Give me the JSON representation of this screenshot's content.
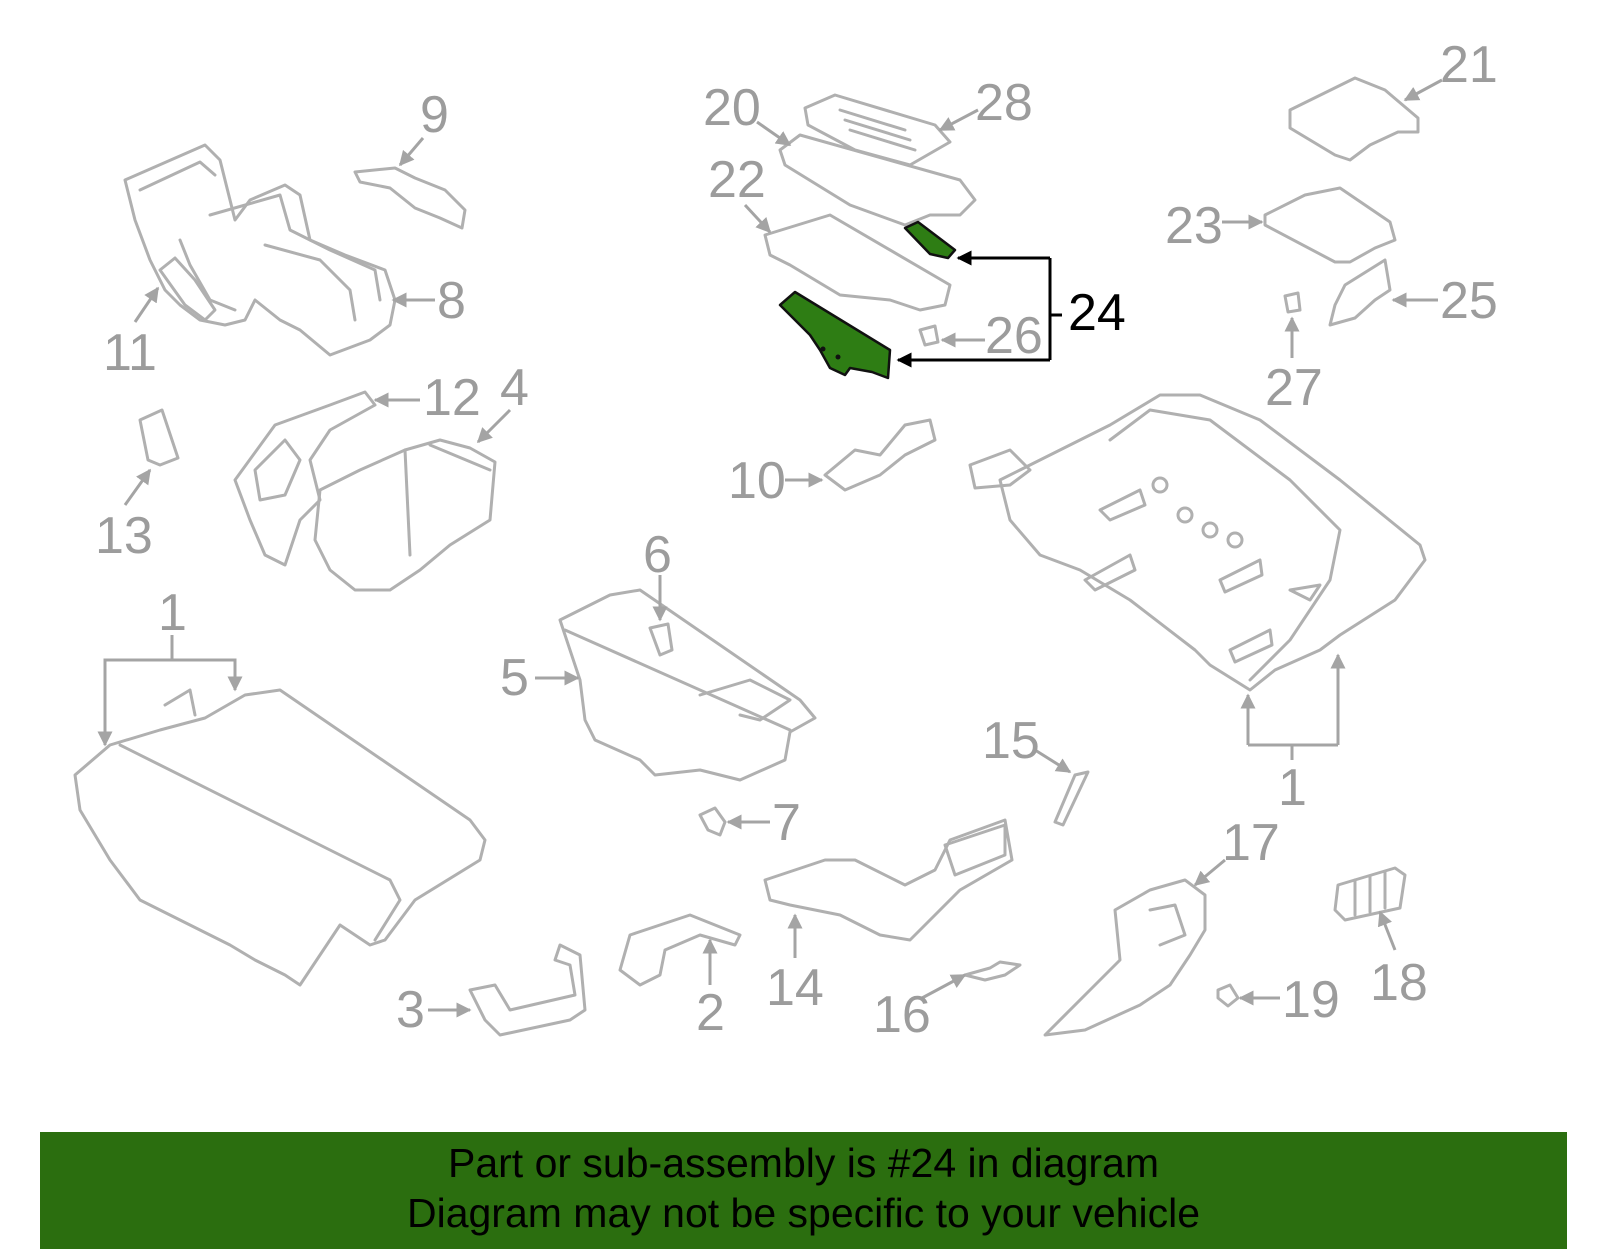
{
  "diagram": {
    "highlighted_part": "24",
    "callouts": [
      "1",
      "2",
      "3",
      "4",
      "5",
      "6",
      "7",
      "8",
      "9",
      "10",
      "11",
      "12",
      "13",
      "14",
      "15",
      "16",
      "17",
      "18",
      "19",
      "20",
      "21",
      "22",
      "23",
      "24",
      "25",
      "26",
      "27",
      "28"
    ],
    "colors": {
      "part_outline": "#b0b0b0",
      "label": "#9c9c9c",
      "highlight_fill": "#2e7d14",
      "banner": "#2b6e0f"
    }
  },
  "banner": {
    "line1": "Part or sub-assembly is #24 in diagram",
    "line2": "Diagram may not be specific to your vehicle"
  }
}
